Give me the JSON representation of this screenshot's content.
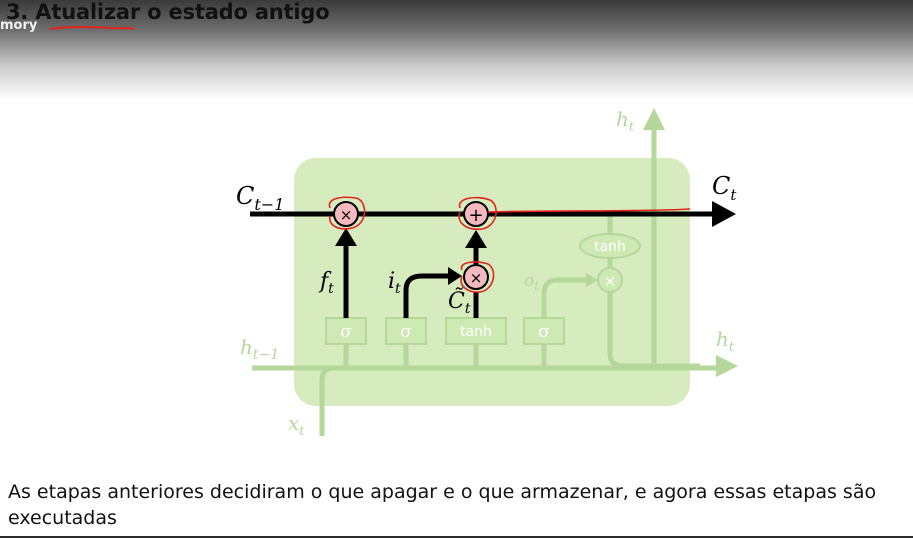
{
  "slide": {
    "title": "3. Atualizar o estado antigo",
    "subtitle_fragment": "mory",
    "caption": "As etapas anteriores decidiram o que apagar e o que armazenar, e agora essas etapas são executadas"
  },
  "diagram": {
    "labels": {
      "c_prev": "C",
      "c_prev_sub": "t−1",
      "c_out": "C",
      "c_out_sub": "t",
      "h_top": "h",
      "h_top_sub": "t",
      "h_right": "h",
      "h_right_sub": "t",
      "h_prev": "h",
      "h_prev_sub": "t−1",
      "x_in": "x",
      "x_in_sub": "t",
      "f": "f",
      "f_sub": "t",
      "i": "i",
      "i_sub": "t",
      "o": "o",
      "o_sub": "t",
      "c_tilde": "C̃",
      "c_tilde_sub": "t"
    },
    "gates": {
      "sigma": "σ",
      "tanh": "tanh",
      "times": "×",
      "plus": "+"
    }
  },
  "colors": {
    "cell_fill": "#cfe9b4",
    "faded_green": "#b5d79a",
    "line_black": "#000000",
    "pointwise_fill": "#f4b8bf",
    "annotation_red": "#e2231a"
  }
}
